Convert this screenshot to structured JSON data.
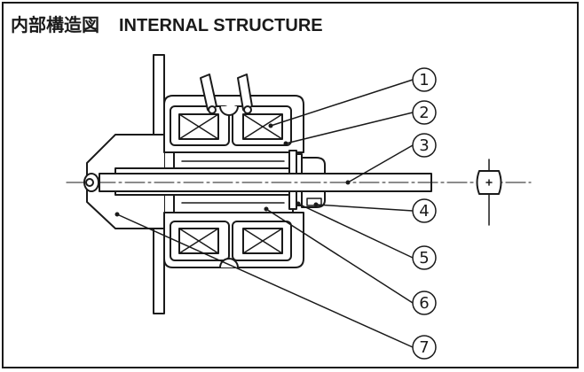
{
  "title": {
    "japanese": "内部構造図",
    "english": "INTERNAL STRUCTURE"
  },
  "callouts": [
    "1",
    "2",
    "3",
    "4",
    "5",
    "6",
    "7"
  ],
  "colors": {
    "ink": "#1a1a1a",
    "background": "#ffffff"
  }
}
